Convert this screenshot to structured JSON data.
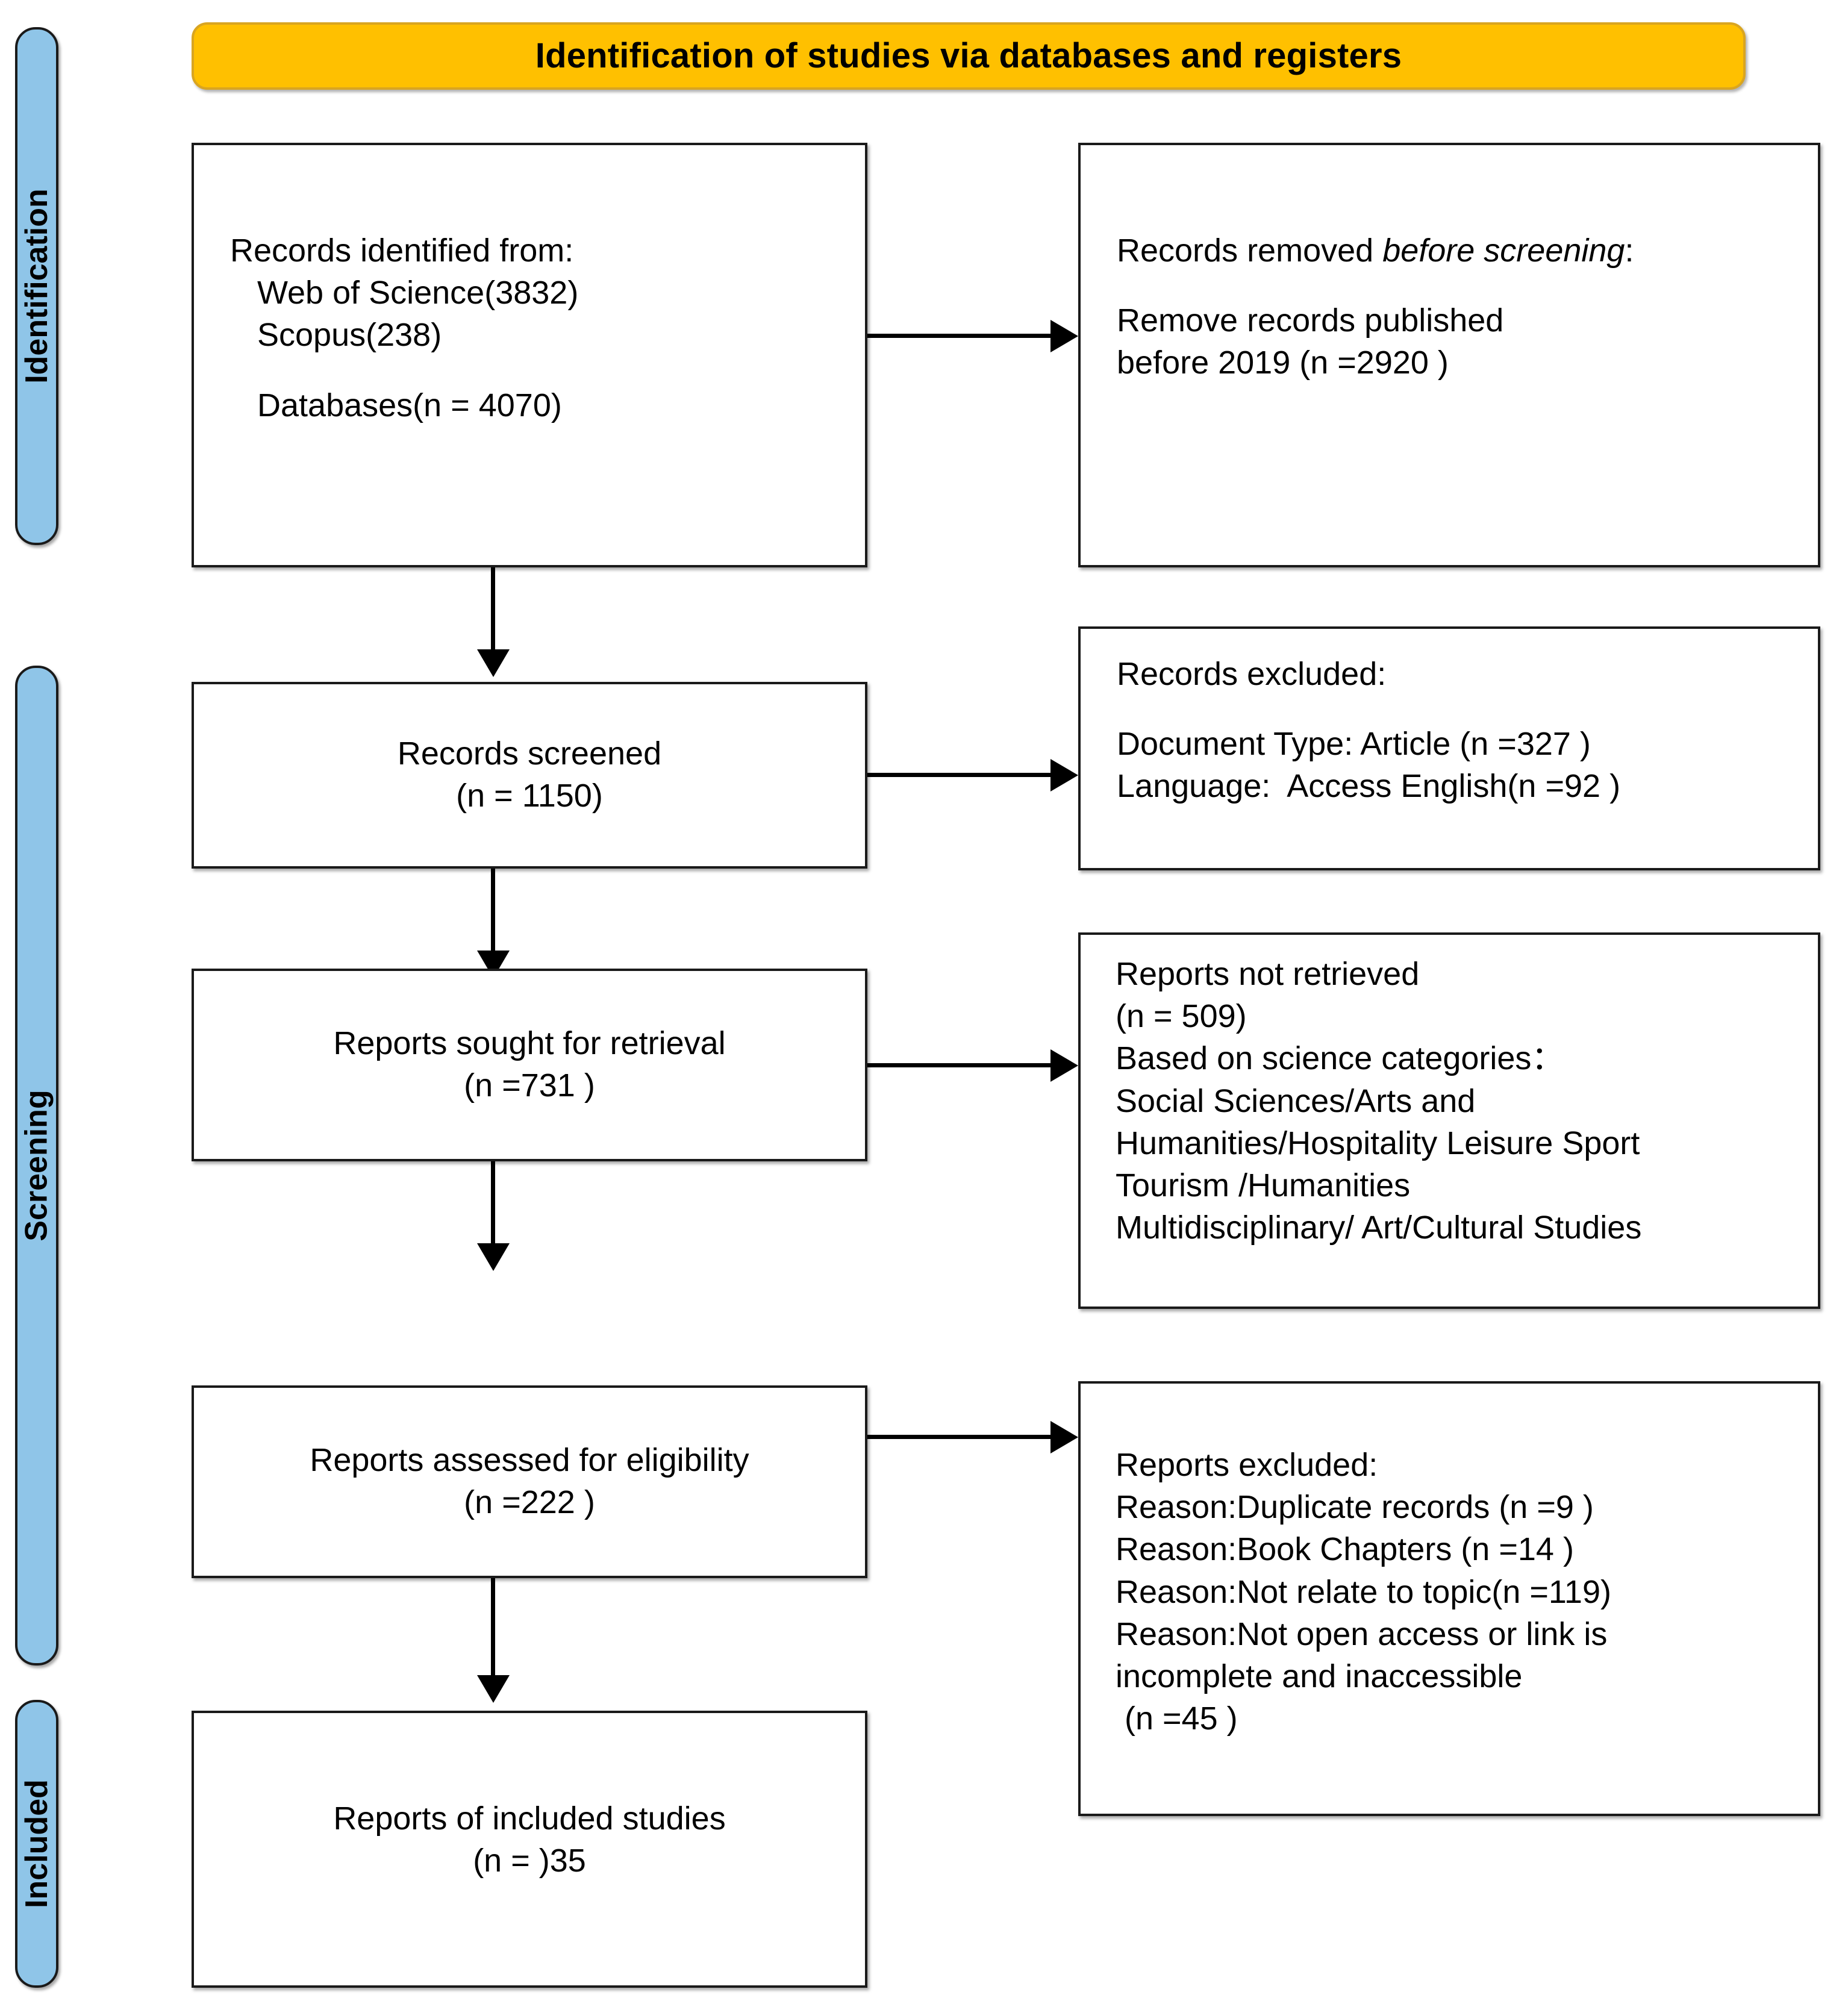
{
  "diagram": {
    "title": "Identification of studies via databases and registers",
    "colors": {
      "banner_fill": "#FFC000",
      "banner_border": "#D9A521",
      "stage_fill": "#8FC5E8",
      "box_border": "#1a1a1a",
      "connector": "#000000",
      "text": "#000000"
    },
    "stages": [
      {
        "id": "identification",
        "label": "Identification"
      },
      {
        "id": "screening",
        "label": "Screening"
      },
      {
        "id": "included",
        "label": "Included"
      }
    ],
    "boxes": {
      "records_identified": {
        "lines": [
          "Records identified from:",
          "   Web of Science(3832)",
          "   Scopus(238)",
          "",
          "   Databases(n = 4070)"
        ]
      },
      "records_removed": {
        "line1_prefix": "Records removed ",
        "line1_italic": "before screening",
        "line1_suffix": ":",
        "lines_rest": [
          "",
          "Remove records published",
          "before 2019 (n =2920 )"
        ]
      },
      "records_screened": {
        "lines": [
          "Records screened",
          "(n = 1150)"
        ]
      },
      "records_excluded": {
        "lines": [
          "Records excluded:",
          "",
          "Document Type: Article (n =327 )",
          "Language:  Access English(n =92 )"
        ]
      },
      "reports_sought": {
        "lines": [
          "Reports sought for retrieval",
          "(n =731 )"
        ]
      },
      "reports_not_retrieved": {
        "lines": [
          "Reports not retrieved",
          "(n = 509)",
          "Based on science categories：",
          "Social Sciences/Arts and",
          "Humanities/Hospitality Leisure Sport",
          "Tourism /Humanities",
          "Multidisciplinary/ Art/Cultural Studies"
        ]
      },
      "reports_assessed": {
        "lines": [
          "Reports assessed for eligibility",
          "(n =222 )"
        ]
      },
      "reports_excluded": {
        "lines": [
          "Reports excluded:",
          "Reason:Duplicate records (n =9 )",
          "Reason:Book Chapters (n =14 )",
          "Reason:Not relate to topic(n =119)",
          "Reason:Not open access or link is",
          "incomplete and inaccessible",
          " (n =45 )"
        ]
      },
      "reports_included": {
        "lines": [
          "Reports of included studies",
          "(n = )35"
        ]
      }
    }
  }
}
